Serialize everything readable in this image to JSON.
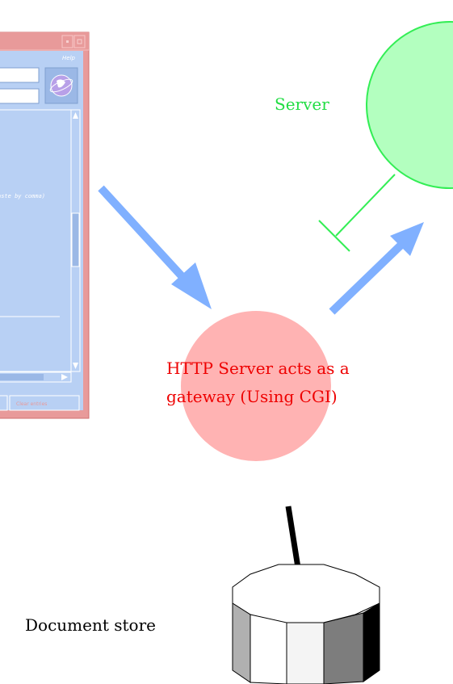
{
  "browser_window": {
    "help_label": "Help",
    "status_text": "aste by comma)",
    "bottom_button_label": "Clear entries",
    "logo_icon": "globe-logo-icon",
    "colors": {
      "frame": "#e89a9a",
      "panel": "#b8d0f4",
      "field": "#ffffff"
    }
  },
  "server": {
    "label": "Server",
    "colors": {
      "fill": "#b3ffbf",
      "stroke": "#33ee55",
      "text": "#22dd44"
    }
  },
  "gateway": {
    "label_line1": "HTTP Server acts as a",
    "label_line2": "gateway (Using CGI)",
    "colors": {
      "fill": "#ffb3b3",
      "text": "#ee0000"
    }
  },
  "document_store": {
    "label": "Document store"
  },
  "arrows": {
    "color": "#80b0ff"
  }
}
